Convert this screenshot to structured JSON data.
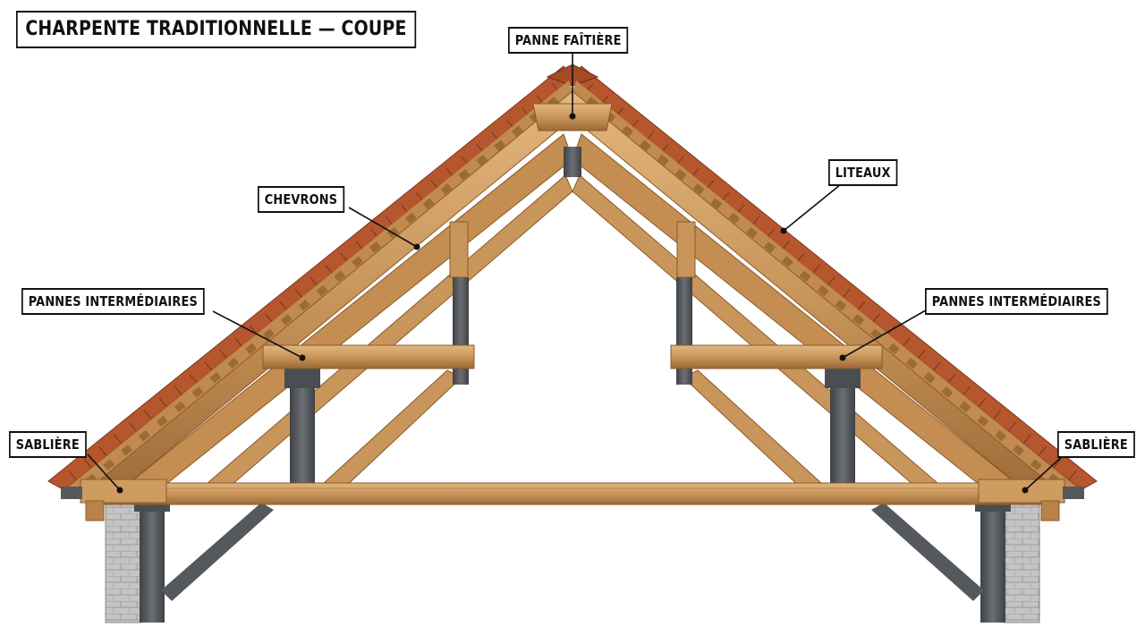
{
  "title": "CHARPENTE TRADITIONNELLE — COUPE",
  "labels": {
    "panne_faitiere": "PANNE FAÎTIÈRE",
    "liteaux": "LITEAUX",
    "chevrons": "CHEVRONS",
    "pannes_intermediaires_left": "PANNES INTERMÉDIAIRES",
    "pannes_intermediaires_right": "PANNES INTERMÉDIAIRES",
    "sabliere_left": "SABLIÈRE",
    "sabliere_right": "SABLIÈRE"
  },
  "colors": {
    "timber": "#c8955a",
    "timber_dark": "#8a5a2b",
    "timber_light": "#ddb27a",
    "tile": "#b5562e",
    "tile_dark": "#7f3a1e",
    "steel": "#55585c",
    "masonry": "#bdbdbd"
  }
}
